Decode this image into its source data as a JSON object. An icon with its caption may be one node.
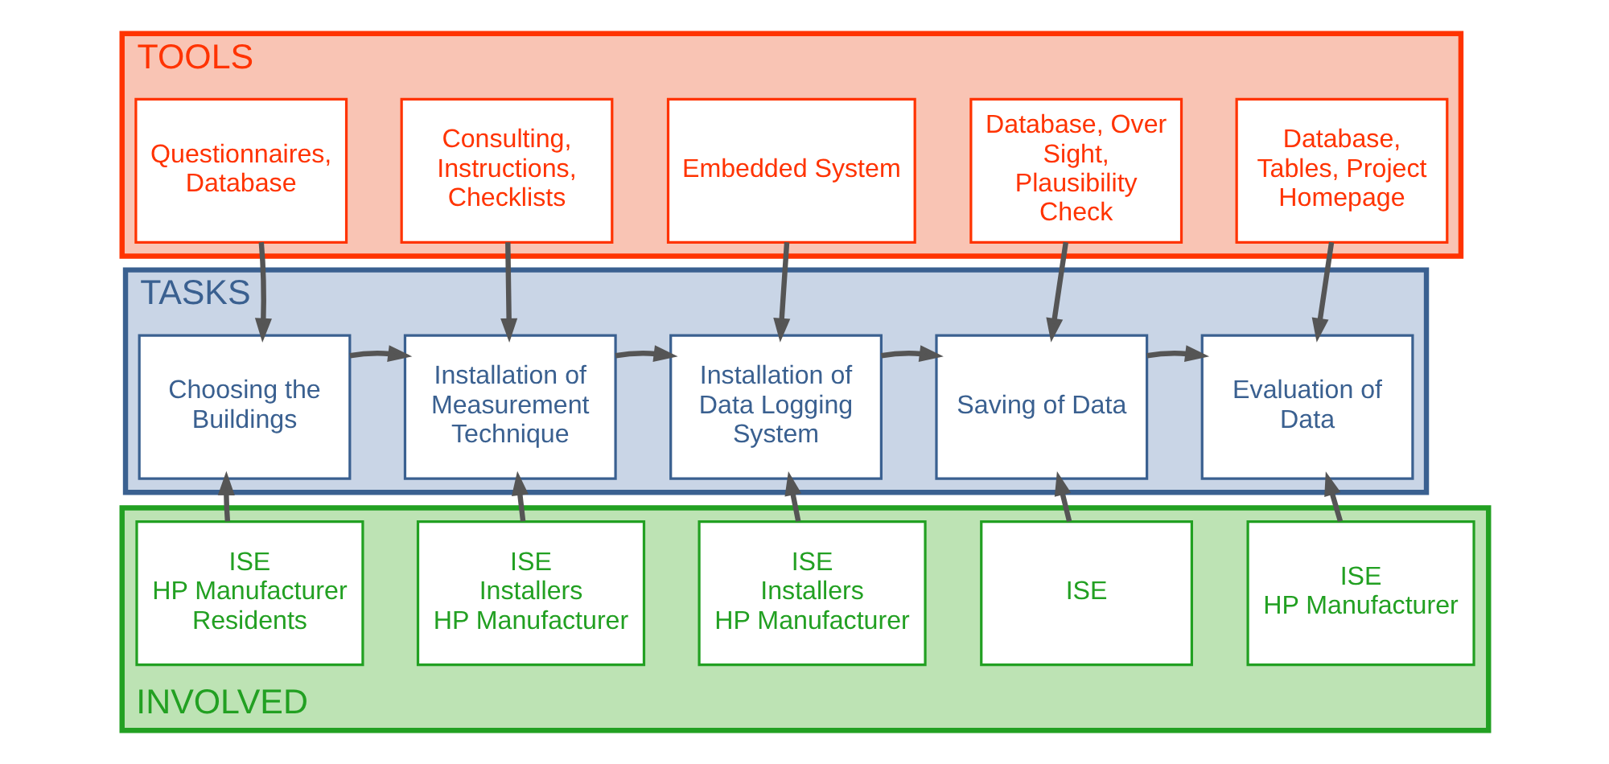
{
  "diagram": {
    "nodes": [
      {
        "text": [
          "TOOLS"
        ]
      },
      {
        "text": [
          "Questionnaires, Database"
        ],
        "in": 0
      },
      {
        "text": [
          "Consulting, Instructions, Checklists"
        ],
        "in": 0
      },
      {
        "text": [
          "Embedded System"
        ],
        "in": 0
      },
      {
        "text": [
          "Database, Over Sight, Plausibility Check"
        ],
        "in": 0
      },
      {
        "text": [
          "Database, Tables, Project Homepage"
        ],
        "in": 0
      },
      {
        "text": [
          "TASKS"
        ]
      },
      {
        "text": [
          "Choosing the Buildings"
        ],
        "in": 6
      },
      {
        "text": [
          "Installation of Measurement Technique"
        ],
        "in": 6
      },
      {
        "text": [
          "Installation of Data Logging System"
        ],
        "in": 6
      },
      {
        "text": [
          "Saving of Data"
        ],
        "in": 6
      },
      {
        "text": [
          "Evaluation of Data"
        ],
        "in": 6
      },
      {
        "text": [
          "INVOLVED"
        ]
      },
      {
        "text": [
          "ISE",
          "HP Manufacturer",
          "Residents"
        ],
        "in": 12
      },
      {
        "text": [
          "ISE",
          "Installers",
          "HP Manufacturer"
        ],
        "in": 12
      },
      {
        "text": [
          "ISE",
          "Installers",
          "HP Manufacturer"
        ],
        "in": 12
      },
      {
        "text": [
          "ISE"
        ],
        "in": 12
      },
      {
        "text": [
          "ISE",
          "HP Manufacturer"
        ],
        "in": 12
      }
    ],
    "edges": [
      {
        "from": 1,
        "to": 7,
        "arrow": "to"
      },
      {
        "from": 2,
        "to": 8,
        "arrow": "to"
      },
      {
        "from": 3,
        "to": 9,
        "arrow": "to"
      },
      {
        "from": 4,
        "to": 10,
        "arrow": "to"
      },
      {
        "from": 5,
        "to": 11,
        "arrow": "to"
      },
      {
        "from": 7,
        "to": 8,
        "arrow": "to"
      },
      {
        "from": 8,
        "to": 9,
        "arrow": "to"
      },
      {
        "from": 9,
        "to": 10,
        "arrow": "to"
      },
      {
        "from": 10,
        "to": 11,
        "arrow": "to"
      },
      {
        "from": 13,
        "to": 7,
        "arrow": "to"
      },
      {
        "from": 14,
        "to": 8,
        "arrow": "to"
      },
      {
        "from": 15,
        "to": 9,
        "arrow": "to"
      },
      {
        "from": 16,
        "to": 10,
        "arrow": "to"
      },
      {
        "from": 17,
        "to": 11,
        "arrow": "to"
      }
    ]
  }
}
